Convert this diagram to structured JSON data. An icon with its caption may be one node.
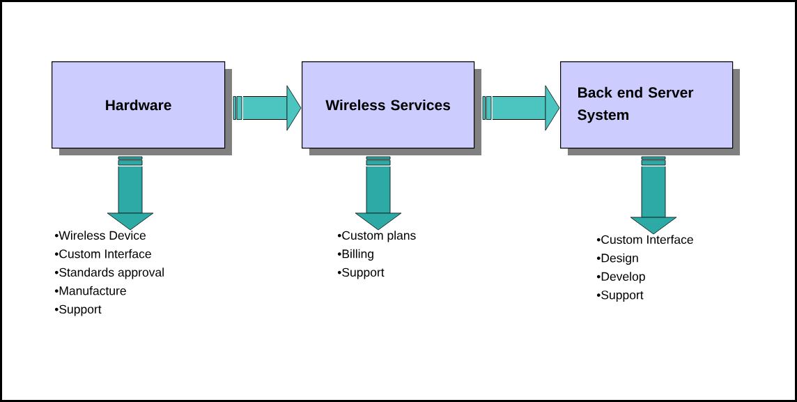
{
  "diagram": {
    "nodes": [
      {
        "text": [
          "Hardware"
        ]
      },
      {
        "text": [
          "Wireless Services"
        ]
      },
      {
        "text": [
          "Back end Server System"
        ]
      },
      {
        "text": [
          "•Wireless Device",
          "•Custom Interface",
          "•Standards approval",
          "•Manufacture",
          "•Support"
        ]
      },
      {
        "text": [
          "•Custom plans",
          "•Billing",
          "•Support"
        ]
      },
      {
        "text": [
          "•Custom Interface",
          "•Design",
          "•Develop",
          "•Support"
        ]
      }
    ],
    "edges": [
      {
        "from": 0,
        "to": 1,
        "arrow": "to"
      },
      {
        "from": 1,
        "to": 2,
        "arrow": "to"
      },
      {
        "from": 0,
        "to": 3,
        "arrow": "to"
      },
      {
        "from": 1,
        "to": 4,
        "arrow": "to"
      },
      {
        "from": 2,
        "to": 5,
        "arrow": "to"
      }
    ]
  }
}
